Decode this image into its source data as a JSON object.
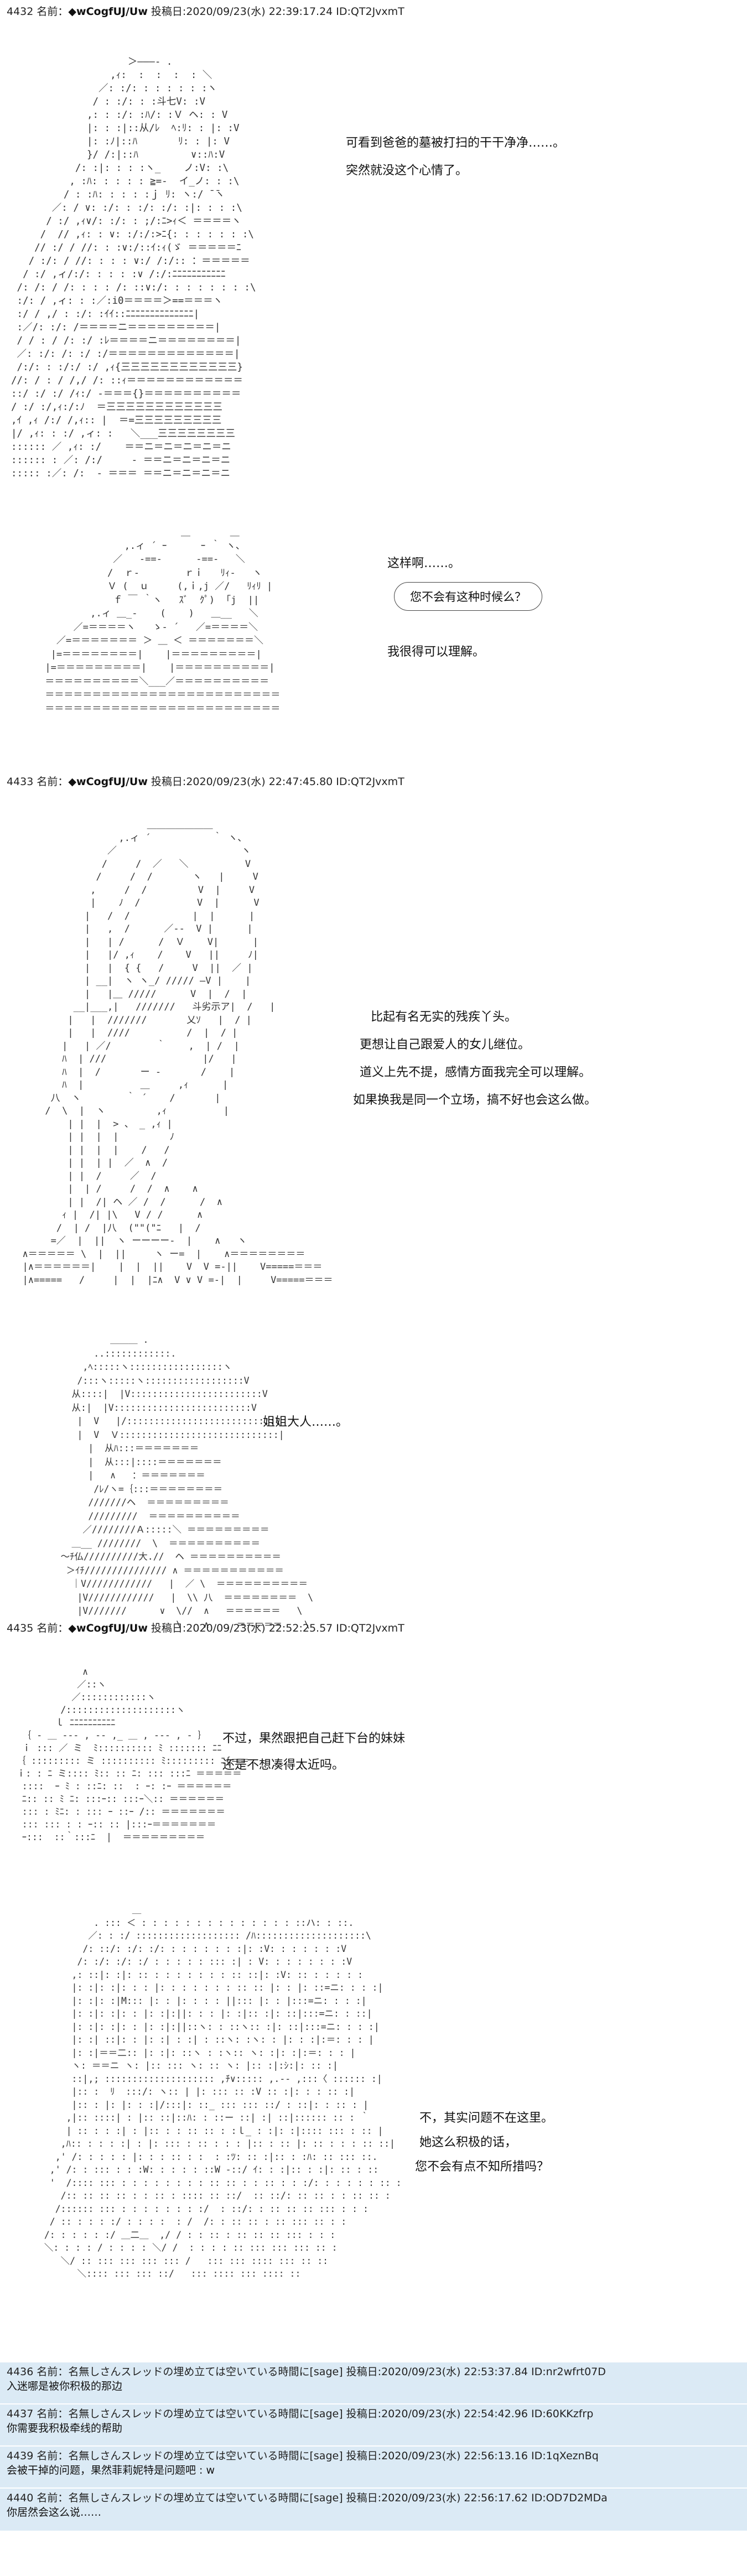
{
  "posts": [
    {
      "num": "4432",
      "name_label": "名前：",
      "name": "◆wCogfUJ/Uw",
      "date_label": "投稿日:",
      "date": "2020/09/23(水) 22:39:17.24 ID:QT2JvxmT",
      "aa1": "                    ＞―――- .\n                 ,ｨ:  :  :  :  : ＼\n               ／: :/: : : : : : :ヽ\n              / : :/: : :斗七V: :V\n             ,: : :/: :ﾊ/: :Ｖ ヘ: : V\n             |: : :|::从/ﾚ  ﾍ:ﾘ: : |: :V\n             |: :ﾉ|::ﾊ       ﾘ: : |: V\n             }/ /:|::ﾊ         ∨::ﾊ:V\n           /: :|: : : :ヽ_    ノ:V: :\\\n          , :ﾊ: : : : : ≧=-  イ_ノ: : :\\\n         / : :ﾊ: : : : :ｊ ﾘ: ヽ:/ ̄ ̄ヽ\n       ／: / ∨: :/: : :/: :/: :|: : : :\\\n      / :/ ,ｨ∨/: :/: : ;/:ﾆ>ｨ＜ ＝＝＝＝ヽ\n     /  // ,ｨ: : ∨: :/:/:>ﾆ{: : : : : : :\\\n    // :/ / //: : :∨:/::ｲ:ｨ(ゞ ＝＝＝＝＝ﾆ\n   / :/: / //: : : : ∨:/ /:/:: ：＝＝＝＝＝\n  / :/ ,ィ/:/: : : : :∨ /:/:ﾆﾆﾆﾆﾆﾆﾆﾆﾆﾆﾆ\n /: /: / /: : : : /: ::∨:/: : : : : : : :\\\n :/: / ,ィ: : :／:i0＝＝＝＝＞==＝＝＝ヽ\n :/ / ,/ : :/: :ｲｲ::ﾆﾆﾆﾆﾆﾆﾆﾆﾆﾆﾆﾆﾆﾆ|\n :／/: :/: /＝＝＝＝ニ＝＝＝＝＝＝＝＝＝|\n / / : / /: :/ :ﾚ＝＝＝＝ニ＝＝＝＝＝＝＝＝|\n ／: :/: /: :/ :/＝＝＝＝＝＝＝＝＝＝＝＝＝|\n /:/: : :/:/ :/ ,ｨ{三三三三三三三三三三三三}\n//: / : / /,/ /: ::ｨ＝＝＝＝＝＝＝＝＝＝＝＝\n::/ :/ :/ /ｨ:/ ‐＝＝＝{}＝＝＝＝＝＝＝＝＝＝\n/ :/ :/,ｨ:/:ﾉ  ＝三三三三三三三三三三三三\n,ｲ ,ｨ /:/ /,ｨ:: |  ＝=三三三三三三三三三\n|/ ,ｨ: : :/ ,ィ: :   ＼___三三三三三三三三\n:::::: ／ ,ｨ: :/    ＝＝ニ＝ニ＝ニ＝ニ＝ニ\n:::::: : ／: /:/     ‐ ＝＝ニ＝ニ＝ニ＝ニ\n::::: :／: /:  ‐ ＝＝＝ ＝＝ニ＝ニ＝ニ＝ニ",
      "aa1_right": "    ＼\n     ヽ\n      ヽ\n       ヽ\n      ／＼\n     ／  ヽ\n    ＞ ＜  ヽ\n  ,ﾆ ﾆﾆﾆ  ヽ\n ,ﾆﾆ ＝＝  ヽ\n ﾆﾆﾆ ＝＝＝ ヽ\n=ﾆﾆ ＝ ＝ ＝  ＼\n＝＝ ＝ ＝ ＝ ヽ|\n ＝＝ ＝ ＝ ＝ V\n＝＝ ＝ ＝ ＝  V\n＝ ＝ ＝ ＝ ＝ :V\n＝＝＝ ＝ ＝ ＝|\n＝ ＝＝＝ ＝ ＝|\n＝＝ ＝＝ ＝ ／|\n＝ ＝ ＝ ＝ ／ |\nﾆﾆﾆ ｰ ＝ ／:  |\n＝＝＝ ＝／  :|\n＝＝＝ ／ ／ :∨\n＝＝＝ ／:V:V:V\nﾆﾆﾆ/ /: : : : |\n‐ ＝ V: V: V: |\n＝ ＝  /: : : :|\n ＝ ／/: ／: :|",
      "text1": [
        "可看到爸爸的墓被打扫的干干净净……。",
        "突然就没这个心情了。"
      ],
      "aa2": "                              ＿       ＿\n                    ,.ィ ´ ｰ      ｰ ｀ ヽ、\n                  ／   ‐==‐      ‐==‐   ＼\n                 /  ｒ‐        ｒｉ   ﾘｨ‐   ヽ\n                 Ｖ (  ｕ     (,ｉ,j ／/   ﾘｨﾘ |\n                  ｆ ￣ ｀ヽ   ｽﾞ  ｸﾟ)  ｢j  ||\n              ,.ィ ＿_‐    (    )   ＿__   ＼\n           ／=＝＝＝＝ヽ   ゝ- ´   ／=＝＝＝＝＼\n        ／=＝＝＝＝＝＝＝ ＞ ＿ ＜ ＝＝＝＝＝＝＝＼\n       |=＝＝＝＝＝＝＝＝|    |＝＝＝＝＝＝＝＝＝|\n      |=＝＝＝＝＝＝＝＝＝|    |＝＝＝＝＝＝＝＝＝＝|\n      ＝＝＝＝＝＝＝＝＝＝＼___／＝＝＝＝＝＝＝＝＝＝\n      ＝＝＝＝＝＝＝＝＝＝＝＝＝＝＝＝＝＝＝＝＝＝＝＝＝\n      ＝＝＝＝＝＝＝＝＝＝＝＝＝＝＝＝＝＝＝＝＝＝＝＝＝",
      "text2a": "这样啊……。",
      "bubble": "您不会有这种时候么？",
      "text2b": "我很得可以理解。"
    },
    {
      "num": "4433",
      "name_label": "名前：",
      "name": "◆wCogfUJ/Uw",
      "date_label": "投稿日:",
      "date": "2020/09/23(水) 22:47:45.80 ID:QT2JvxmT",
      "aa1": "                        ＿＿＿＿＿＿＿\n                   ,.ィ ´           ｀ ヽ、\n                 ／                      ヽ\n                /     /  ／   ＼          V\n               /     /  /       ヽ   |     V\n              ,     /  /         V  |     V\n              |    ﾉ  /          V  |      V\n             |   /  /           |  |      |\n             |   ,  /      ／‐-  V |      |\n             |   | /      /  Ｖ    V|      |\n             |   |/ ,ｨ    /    V   ||     ﾉ|\n             |   |  { {   /     V  ||  ／ |\n             | __|  ヽ ヽ_/ ///// ―V |    |\n             |   |＿ /////      V  |  /  |\n           __|___,|   ///////   斗劣示ア|  /   |\n          |   |  ///////       乂ｿ   |  / |\n          |   |  ////          /  |  / |\n         |   | ／/        ｀    ,  | /  |\n         ﾊ  | ///                 |/   |\n         ﾊ  |  /       ー ‐       /    |\n         ﾊ  |          ＿     ,ｨ      |\n       八  ヽ        ｀ ´    /       |\n      /  \\  |  ヽ         ,ｨ          |\n          | |  |  > 、 _ ,ｨ |\n          | |  |  |         ﾉ\n          | |  |  |    /   /\n          | |  | |  ／  ∧  /\n          | |  /     ／  /\n          |  | /     /  /  ∧    ∧\n          | |  /| ヘ ／ /  /      /  ∧\n         ｨ |  /| |\\   V / /      ∧\n        /  | /  |八  (\"\"(\"ﾆ   |  /\n       =／  |  ||  ヽ ーーーー‐  |    ∧   ヽ\n  ∧＝＝＝＝＝ \\  |  ||     ヽ ー=  |    ∧＝＝＝＝＝＝＝＝\n  |∧＝＝＝＝＝＝|    |  |  ||    V  V =-||    V=====＝＝＝\n  |∧=====   /     |  |  |ﾆ∧  V ∨ V =-|  |     V=====＝＝＝",
      "text1": [
        "比起有名无实的残疾丫头。",
        "更想让自己跟爱人的女儿继位。",
        "道义上先不提，感情方面我完全可以理解。",
        "如果换我是同一个立场，搞不好也会这么做。"
      ],
      "aa2": "              ＿＿＿ .\n           ..::::::::::::.\n         ,ﾍ:::::ヽ:::::::::::::::::ヽ\n        /:::ヽ:::::ヽ::::::::::::::::::V\n       从::::|  |V::::::::::::::::::::::::V\n       从:|  |V:::::::::::::::::::::::::V\n        |  V   |/:::::::::::::::::::::::::::\\\n        |  V  Ｖ:::::::::::::::::::::::::::::|\n          |  从ﾊ:::＝＝＝＝＝＝＝\n          |  从:::|::::＝＝＝＝＝＝＝\n          |   ∧   ：＝＝＝＝＝＝＝\n           /ﾚ/ヽ=｛:::＝＝＝＝＝＝＝＝\n          ///////ヘ  ＝＝＝＝＝＝＝＝＝\n          /////////  ＝＝＝＝＝＝＝＝＝＝\n         ／////////Ａ:::::＼ ＝＝＝＝＝＝＝＝＝\n       ＿__ ////////  \\  ＝＝＝＝＝＝＝＝＝＝\n     ～ﾁ仏//////////大.//  ヘ ＝＝＝＝＝＝＝＝＝＝\n      ＞ｲﾁ/////////////// ∧ ＝＝＝＝＝＝＝＝＝＝＝\n       ｜V////////////   |  ／ \\  ＝＝＝＝＝＝＝＝＝＝\n        |V////////////   |  \\\\ 八  ＝＝＝＝＝＝＝＝  \\\n        |V///////      ∨  \\//  ∧   ＝＝＝＝＝＝   \\\n                          \\    ∧     ＝＝＝＝＝    \\",
      "text2a": "姐姐大人……。"
    },
    {
      "num": "4435",
      "name_label": "名前：",
      "name": "◆wCogfUJ/Uw",
      "date_label": "投稿日:",
      "date": "2020/09/23(水) 22:52:25.57 ID:QT2JvxmT",
      "aa1": "              ∧\n             ／::ヽ\n            ／::::::::::::ヽ\n          /::::::::::::::::::::ヽ\n         ｌ ﾆﾆﾆﾆﾆﾆﾆﾆﾆﾆ\n   ｛ ‐ ＿ ‐‐‐ , ‐‐ ,_ ＿ , ‐‐‐ , ‐ ｝\n   ｉ ::: ／ ミ  ﾐ:::::::::: ﾐ ::::::: ﾆﾆ\n  ｛ ::::::::: ミ :::::::::: ﾐ::::::::: ﾆ{＝＝\n  ｉ: : ﾆ ミ:::: ﾐ:: :: ﾆ: ::: :::ﾆ ＝＝＝＝＝\n   ::::  ｰ ﾐ : ::ﾆ: ::  : ｰ: :ｰ ＝＝＝＝＝＝\n   ﾆ:: :: ﾐ ﾆ: :::ｰ:: :::ｰ＼:: ＝＝＝＝＝＝\n   ::: : ﾐﾆ: : ::: ｰ ::ｰ /:: ＝＝＝＝＝＝＝\n   ::: ::: : : ｰ:: :: |:::ｰ＝＝＝＝＝＝＝\n   ｰ:::  ::｀:::ﾆ  |  ＝＝＝＝＝＝＝＝＝",
      "text1": [
        "不过，果然跟把自己赶下台的妹妹",
        "还是不想凑得太近吗。"
      ],
      "aa2": "                  ＿\n           . ::: ＜ : : : : : : : : : : : : : : ::ハ: : ::.\n          ／: : :/ ::::::::::::::::::: /ﾊ::::::::::::::::::::\\\n         /: ::/: :/: :/: : : : : : : :|: :V: : : : : : :V\n        /: :/: :/: :/ : : : : : ::: :| : V: : : : : : : :V\n       ,: ::|: :|: :: : : : : : : : :: ::|: :V: :: : : : : :\n       |: :|: :|: : : |: : : : : : : :: :: |: : |: ::=ニ: : : :|\n       |: :|: :|M::: |: : |: : : : ||::: |: : |:::=ニ: : : :|\n       |: :|: :|: : |: :|:||: : : |: :|:: :|: ::|:::=ニ: : ::|\n       |: :|: :|: : |: :|:||::ヽ: : ::ヽ:: :|: ::|:::=ニ: : : :|\n       |: :| ::|: : |: :| : :| : ::ヽ: :ヽ: : |: : :|:＝: : : |\n       |: :|＝＝二:: |: :|: ::ヽ : :ヽ:: ヽ: :|: :|:＝: : : |\n       ヽ: ＝＝ニ ヽ: |:: ::: ヽ: :: ヽ: |:: :|:ｼ:|: :: :|\n       ::|,; :::::::::::::::::::: ,ﾁ∨::::: ,.-‐ ,:::〈 :::::: :|\n       |:: :  ﾘ  :::/: ヽ:: | |: ::: :: :V :: :|: : : :: :|\n       |:: : |: |: : :|/:::|: ::_ ::: ::: ::/ : ::|: : :: : |\n      ,|:: ::::| : |:: ::|::ﾊ: : ::ー ::| :| ::|:::::: :: : ｀\n      | :: : : :| : |:: : : :: :: : :ｌ_ : :|: :|:::: ::: : :: |\n     ,ﾊ:: : : : :| : |: ::: : :: : : : |:: : :: |: :: : : : :: ::|\n    ,' /: : : : : |: : : :: : :  : :ﾂ: :: :|:: : :ﾊ: :: ::: ::.\n   ,' /: : ::: : : :W: : : : : ::W ‐::/ ｲ: : :|:: : :|: :: : ::\n   '  /:::: ::: : : : : : : : : :: :: : : :: : : :/: : : : : : :: :\n     /:: :: :: :: : : :: : :::: :: ::/  :: ::/: :: :: : : :: :: :\n    /:::::: ::: : : : : : : : :/  : ::/: : :: :: :: ::: : : :\n   / :: : : : :/ : : : :  : /  /: : :: :: : :: ::: :: : :\n  /: : : : : :/ ＿二＿  ,/ / : : :: : :: :: :: ::: : : :\n  ＼: : : : / : : : : ＼/ /  : : : : :: ::: ::: ::: :: :\n     ＼/ :: ::: ::: ::: ::: /   ::: ::: :::: ::: :: ::\n        ＼:::: ::: ::: ::/   ::: :::: ::: :::: ::",
      "text1b": [
        "不，其实问题不在这里。",
        "她这么积极的话，",
        "您不会有点不知所措吗？"
      ]
    }
  ],
  "replies": [
    {
      "num": "4436",
      "name_label": "名前：",
      "name": "名無しさんスレッドの埋め立ては空いている時間に",
      "mail": "[sage]",
      "date_label": "投稿日:",
      "date": "2020/09/23(水) 22:53:37.84 ID:nr2wfrt07D",
      "body": "入迷哪是被你积极的那边"
    },
    {
      "num": "4437",
      "name_label": "名前：",
      "name": "名無しさんスレッドの埋め立ては空いている時間に",
      "mail": "[sage]",
      "date_label": "投稿日:",
      "date": "2020/09/23(水) 22:54:42.96 ID:60KKzfrp",
      "body": "你需要我积极牵线的帮助"
    },
    {
      "num": "4439",
      "name_label": "名前：",
      "name": "名無しさんスレッドの埋め立ては空いている時間に",
      "mail": "[sage]",
      "date_label": "投稿日:",
      "date": "2020/09/23(水) 22:56:13.16 ID:1qXeznBq",
      "body": "会被干掉的问题，果然菲莉妮特是问题吧 : w"
    },
    {
      "num": "4440",
      "name_label": "名前：",
      "name": "名無しさんスレッドの埋め立ては空いている時間に",
      "mail": "[sage]",
      "date_label": "投稿日:",
      "date": "2020/09/23(水) 22:56:17.62 ID:OD7D2MDa",
      "body": "你居然会这么说……"
    }
  ]
}
